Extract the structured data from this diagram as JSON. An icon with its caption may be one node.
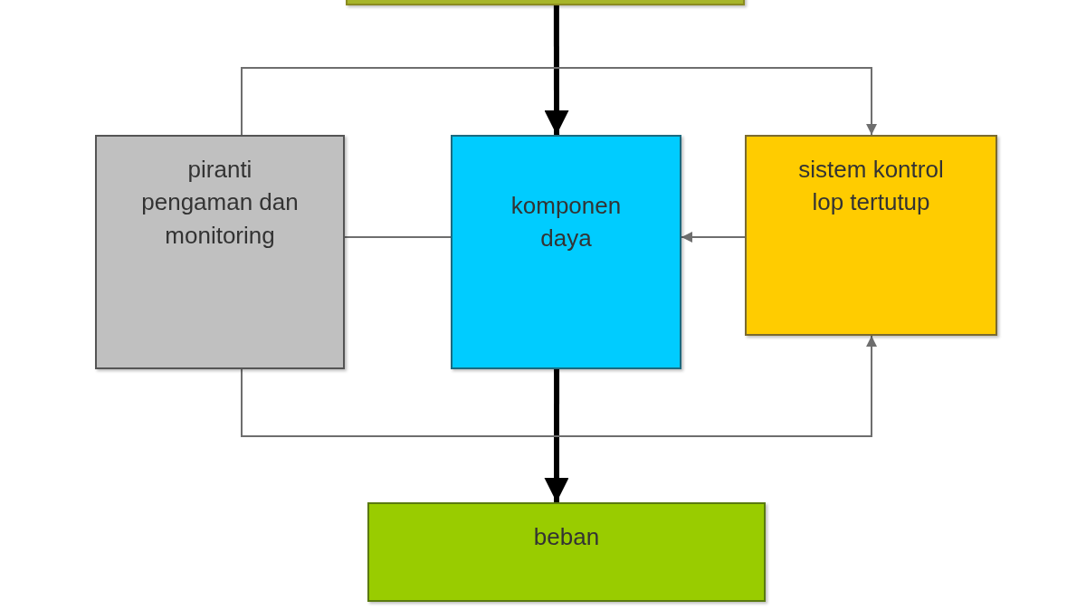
{
  "diagram": {
    "nodes": [
      {
        "text": [],
        "shape": "box"
      },
      {
        "text": [
          "piranti pengaman dan monitoring"
        ]
      },
      {
        "text": [
          "komponen daya"
        ]
      },
      {
        "text": [
          "sistem kontrol lop tertutup"
        ]
      },
      {
        "text": [
          "beban"
        ]
      }
    ],
    "edges": [
      {
        "from": 0,
        "to": 2,
        "arrow": "to",
        "style": "thick",
        "color": "#000000"
      },
      {
        "from": 1,
        "to": 3,
        "arrow": "to"
      },
      {
        "from": 1,
        "to": 2,
        "arrow": "none"
      },
      {
        "from": 3,
        "to": 2,
        "arrow": "to"
      },
      {
        "from": 2,
        "to": 4,
        "arrow": "to",
        "style": "thick",
        "color": "#000000"
      },
      {
        "from": 1,
        "to": 3,
        "arrow": "to"
      }
    ]
  }
}
